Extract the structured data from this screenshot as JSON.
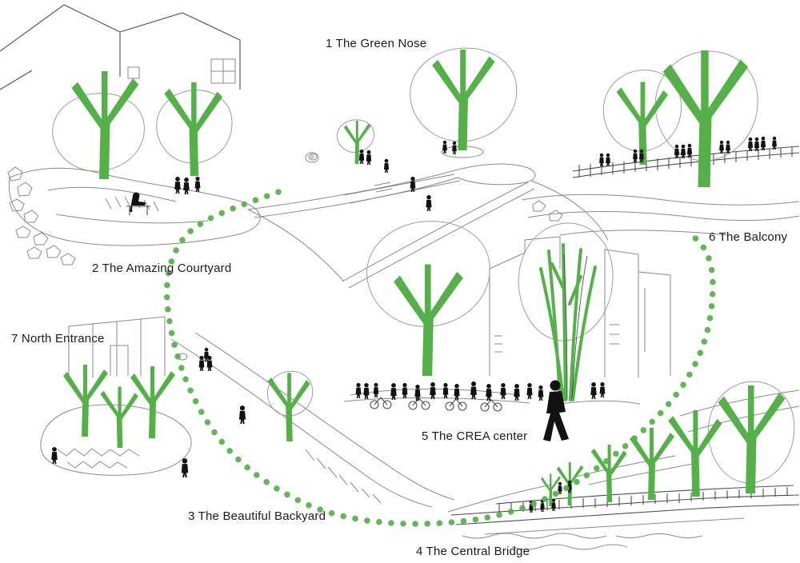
{
  "diagram": {
    "kind": "landscape-masterplan-sketch",
    "background": "#ffffff"
  },
  "colors": {
    "tree_green": "#55b04a",
    "route_green": "#55b04a",
    "figure_black": "#121212",
    "sketch_grey": "#8a8a8a",
    "label_text": "#1a1a1a"
  },
  "labels": {
    "green_nose": "1 The Green Nose",
    "amazing_courtyard": "2 The Amazing Courtyard",
    "beautiful_backyard": "3 The Beautiful Backyard",
    "central_bridge": "4 The Central Bridge",
    "crea_center": "5 The CREA center",
    "balcony": "6 The Balcony",
    "north_entrance": "7 North Entrance"
  }
}
